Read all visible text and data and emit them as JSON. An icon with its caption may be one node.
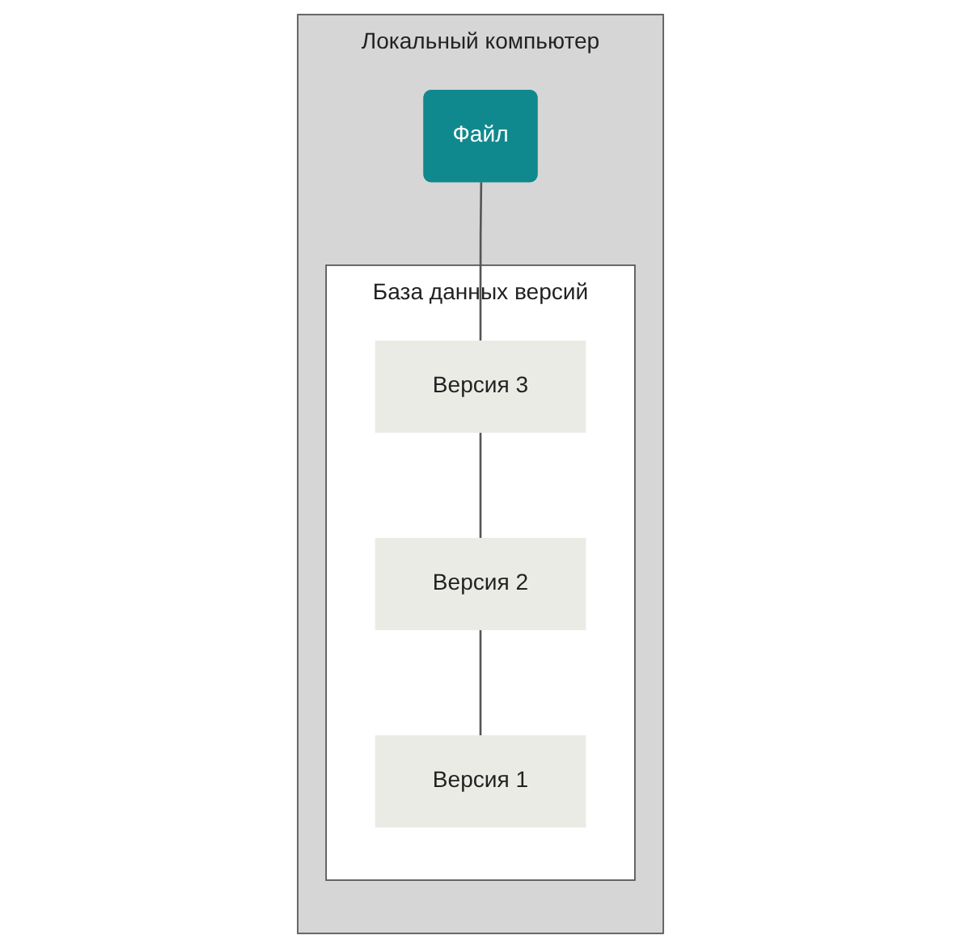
{
  "diagram": {
    "nodes": [
      {
        "text": [
          "Локальный компьютер"
        ]
      },
      {
        "text": [
          "Файл"
        ],
        "in": 0
      },
      {
        "text": [
          "База данных версий"
        ],
        "in": 0
      },
      {
        "text": [
          "Версия 3"
        ],
        "in": 2
      },
      {
        "text": [
          "Версия 2"
        ],
        "in": 2
      },
      {
        "text": [
          "Версия 1"
        ],
        "in": 2
      }
    ],
    "edges": [
      {
        "from": 1,
        "to": 3,
        "arrow": "none"
      },
      {
        "from": 3,
        "to": 4,
        "arrow": "none"
      },
      {
        "from": 4,
        "to": 5,
        "arrow": "none"
      }
    ]
  }
}
